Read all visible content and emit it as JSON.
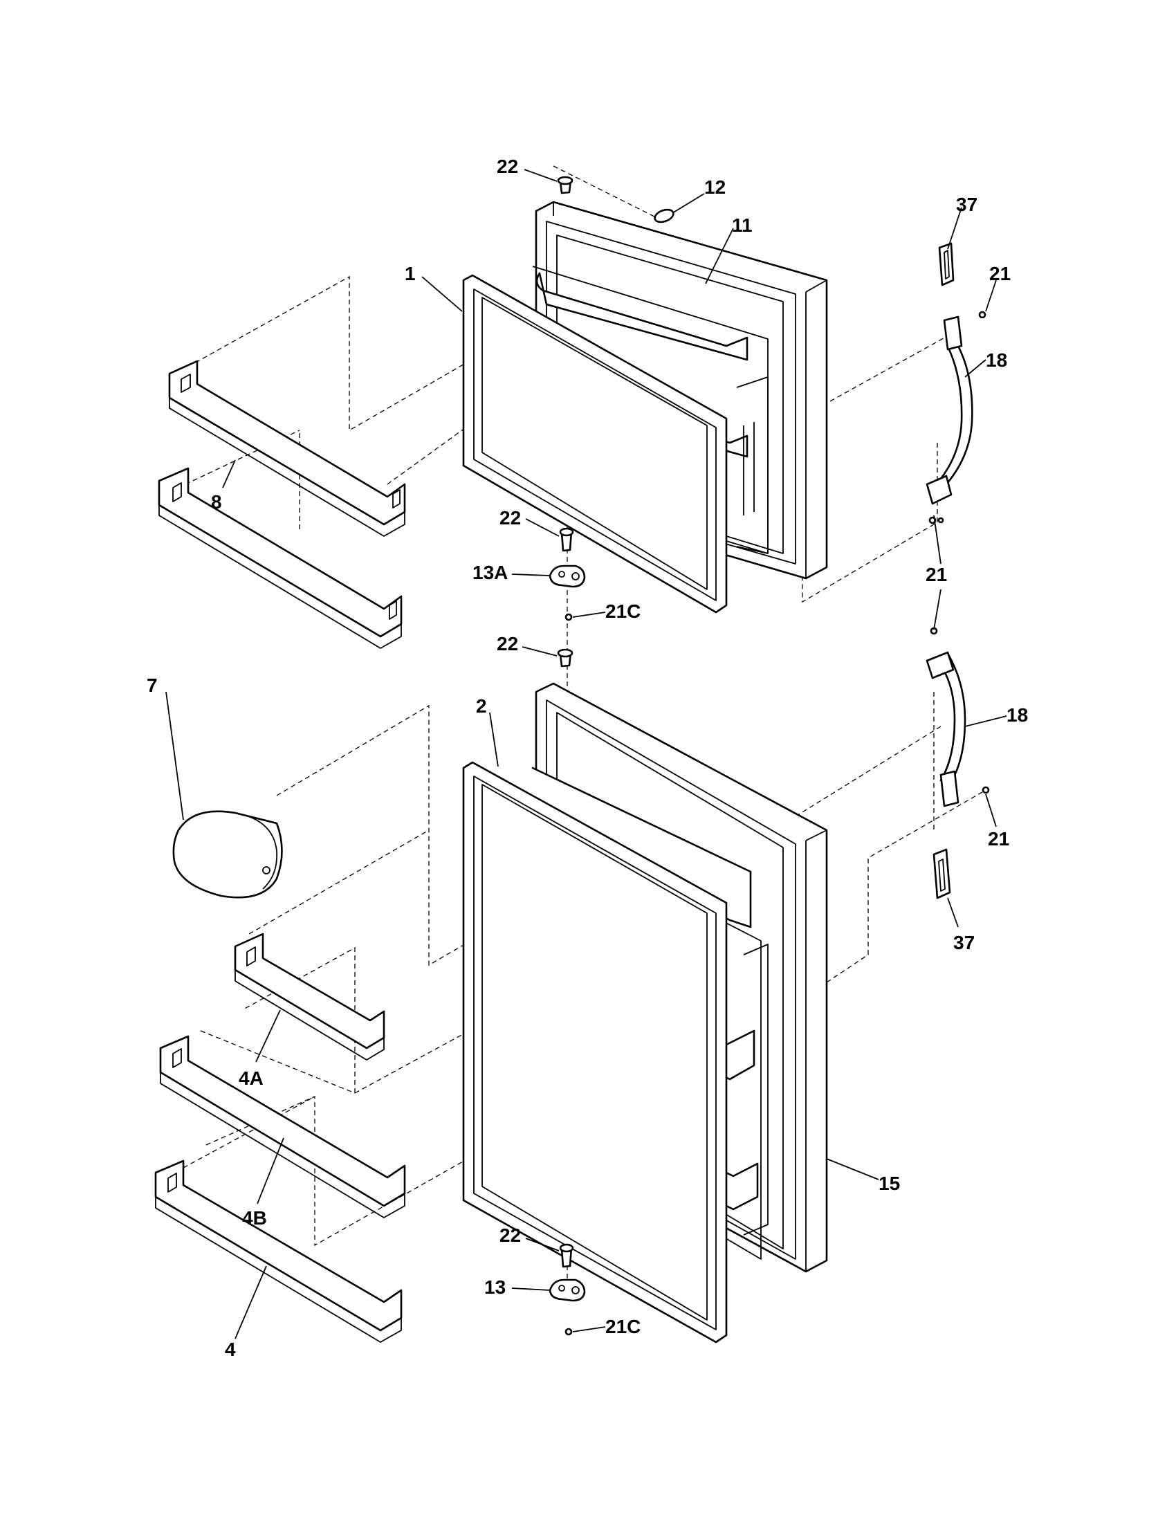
{
  "diagram": {
    "colors": {
      "ink": "#000000",
      "paper": "#ffffff"
    },
    "callouts": {
      "c22_top": "22",
      "c12": "12",
      "c11": "11",
      "c37_top": "37",
      "c21_a": "21",
      "c1": "1",
      "c18_top": "18",
      "c8_a": "8",
      "c22_mid": "22",
      "c13a": "13A",
      "c21c_top": "21C",
      "c21_b": "21",
      "c22_low": "22",
      "c7": "7",
      "c2": "2",
      "c18_low": "18",
      "c21_c": "21",
      "c37_low": "37",
      "c4a": "4A",
      "c4b": "4B",
      "c15": "15",
      "c22_bot": "22",
      "c13": "13",
      "c21c_bot": "21C",
      "c4": "4"
    }
  }
}
